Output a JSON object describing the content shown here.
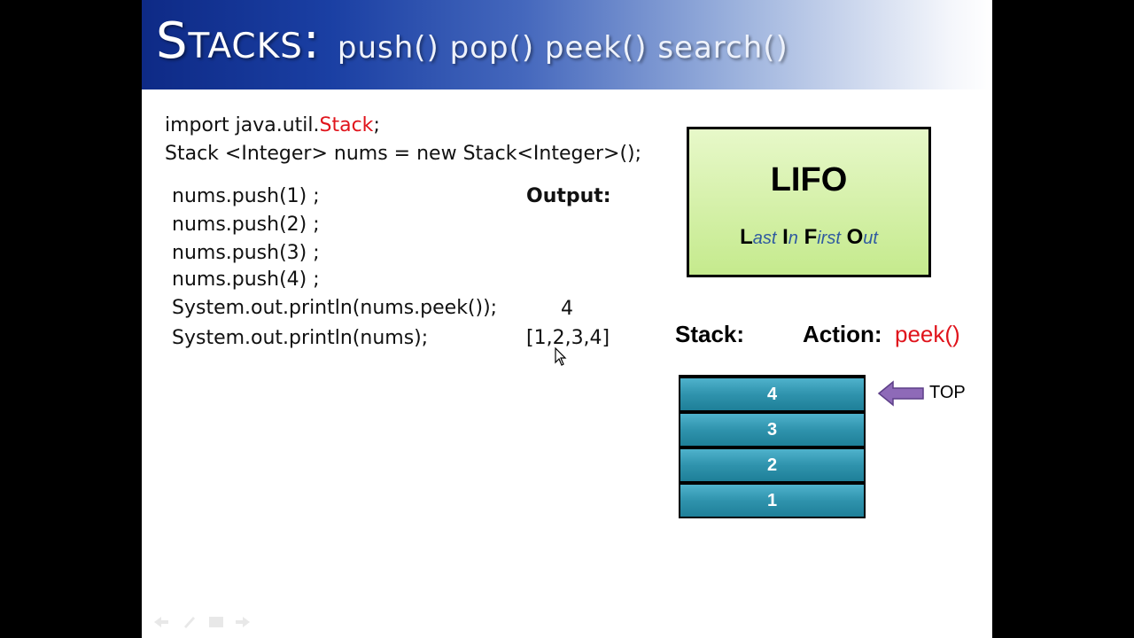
{
  "title": {
    "main": "Stacks:",
    "methods": "push() pop() peek() search()"
  },
  "code": {
    "import_prefix": "import java.util.",
    "import_class": "Stack",
    "import_suffix": ";",
    "declaration": "Stack <Integer> nums = new Stack<Integer>();",
    "lines": [
      "nums.push(1) ;",
      "nums.push(2) ;",
      "nums.push(3) ;",
      "nums.push(4) ;",
      "System.out.println(nums.peek());",
      "System.out.println(nums);"
    ]
  },
  "output": {
    "heading": "Output:",
    "values": [
      "4",
      "[1,2,3,4]"
    ]
  },
  "lifo": {
    "title": "LIFO",
    "words": [
      {
        "cap": "L",
        "rest": "ast"
      },
      {
        "cap": "I",
        "rest": "n"
      },
      {
        "cap": "F",
        "rest": "irst"
      },
      {
        "cap": "O",
        "rest": "ut"
      }
    ]
  },
  "stack_label": "Stack:",
  "action": {
    "label": "Action:",
    "value": "peek()"
  },
  "stack_cells": [
    "4",
    "3",
    "2",
    "1"
  ],
  "top_label": "TOP",
  "colors": {
    "accent_red": "#e0141c",
    "stack_cell": "#2f93ad",
    "arrow": "#8e6ab8",
    "lifo_italic": "#2f5aa0"
  }
}
